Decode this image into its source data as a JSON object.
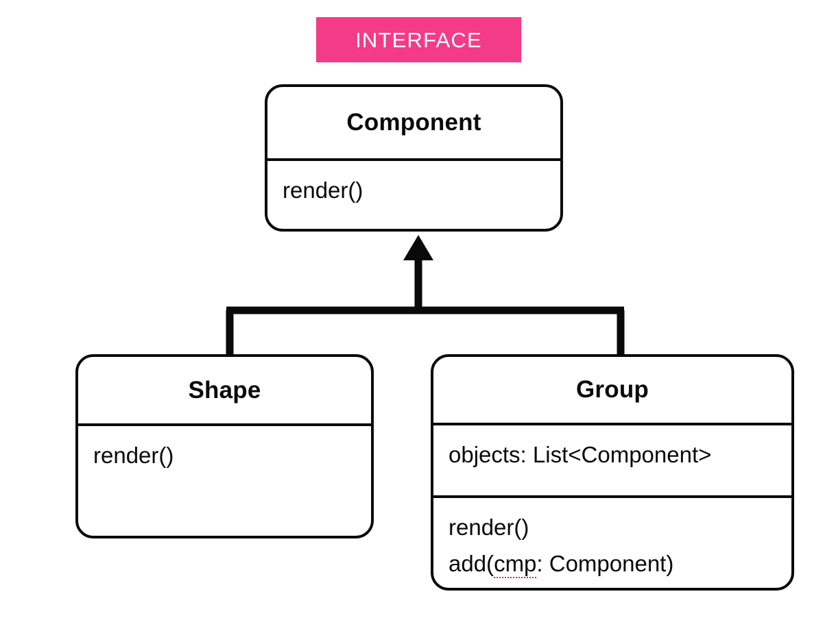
{
  "diagram": {
    "type": "uml-class-diagram",
    "pattern": "Composite",
    "background_color": "#ffffff",
    "line_color": "#0a0a0a",
    "accent_color": "#f43b87",
    "spellcheck_underline_color": "#c0392b"
  },
  "stereotype": {
    "label": "INTERFACE",
    "background_color": "#f43b87",
    "text_color": "#ffffff"
  },
  "classes": {
    "component": {
      "name": "Component",
      "attributes": [],
      "methods": [
        "render()"
      ]
    },
    "shape": {
      "name": "Shape",
      "attributes": [],
      "methods": [
        "render()"
      ]
    },
    "group": {
      "name": "Group",
      "attributes": [
        "objects: List<Component>"
      ],
      "methods_part1": "add(",
      "methods_part2": "cmp",
      "methods_part3": ": Component)",
      "methods": [
        "render()",
        "add(cmp: Component)"
      ]
    }
  },
  "relationships": [
    {
      "kind": "generalization",
      "from": "Shape",
      "to": "Component"
    },
    {
      "kind": "generalization",
      "from": "Group",
      "to": "Component"
    }
  ]
}
